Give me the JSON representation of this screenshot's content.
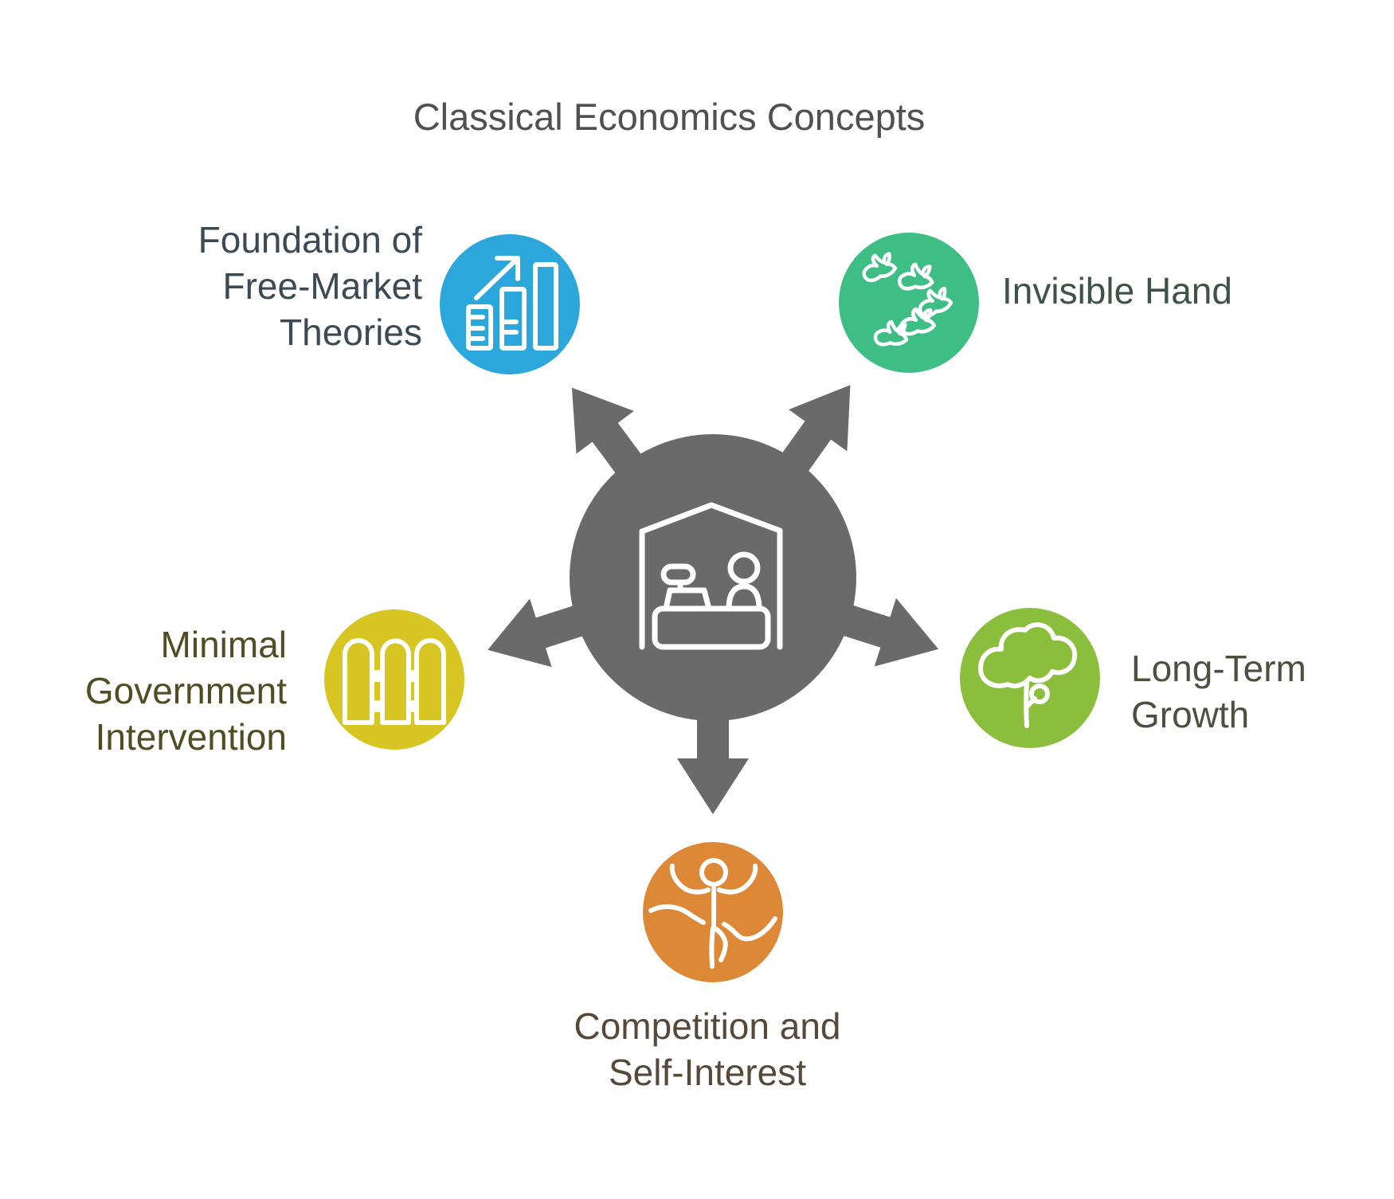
{
  "title": {
    "text": "Classical Economics Concepts",
    "color": "#505050"
  },
  "colors": {
    "background": "#FFFFFF",
    "icon_stroke": "#FFFFFF"
  },
  "hub": {
    "name": "market economy hub",
    "color": "#6A6A6A",
    "icon": "market-stall-icon",
    "arrow_count": 5
  },
  "concepts": [
    {
      "label": "Foundation of\nFree-Market\nTheories",
      "color": "#2BA7DB",
      "label_color": "#3B4A54",
      "icon": "growth-bar-chart-icon",
      "position": "top-left"
    },
    {
      "label": "Invisible Hand",
      "color": "#3EBD85",
      "label_color": "#3E5348",
      "icon": "flying-birds-icon",
      "position": "top-right"
    },
    {
      "label": "Minimal\nGovernment\nIntervention",
      "color": "#D6C522",
      "label_color": "#504D25",
      "icon": "fence-icon",
      "position": "left"
    },
    {
      "label": "Long-Term\nGrowth",
      "color": "#8CBE3E",
      "label_color": "#4C503F",
      "icon": "tree-icon",
      "position": "right"
    },
    {
      "label": "Competition and\nSelf-Interest",
      "color": "#DD8836",
      "label_color": "#564939",
      "icon": "finish-line-winner-icon",
      "position": "bottom"
    }
  ]
}
